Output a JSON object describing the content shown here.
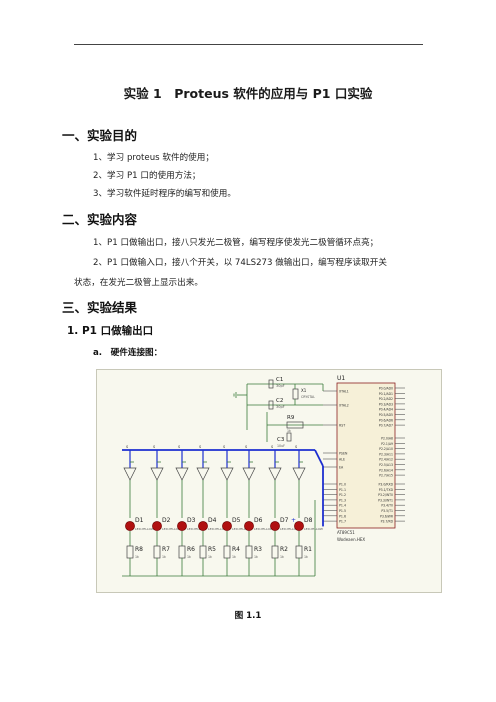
{
  "title": "实验 1　Proteus 软件的应用与 P1 口实验",
  "sections": {
    "purpose": {
      "heading": "一、实验目的",
      "items": [
        "1、学习 proteus 软件的使用；",
        "2、学习 P1 口的使用方法；",
        "3、学习软件延时程序的编写和使用。"
      ]
    },
    "content": {
      "heading": "二、实验内容",
      "item1": "1、P1 口做输出口，接八只发光二极管，编写程序使发光二极管循环点亮；",
      "item2_line1": "2、P1 口做输入口，接八个开关，以 74LS273 做输出口，编写程序读取开关",
      "item2_line2": "状态，在发光二极管上显示出来。"
    },
    "results": {
      "heading": "三、实验结果",
      "sub1": "1. P1 口做输出口",
      "sub1a": "a.　硬件连接图：",
      "caption": "图 1.1"
    }
  },
  "schematic": {
    "chip_ref": "U1",
    "chip_part": "AT89C51",
    "chip_file": "Wodeaen.HEX",
    "left_pins": [
      "XTAL1",
      "XTAL2",
      "RST",
      "PSEN",
      "ALE",
      "EA"
    ],
    "p1_pins": [
      "P1.0",
      "P1.1",
      "P1.2",
      "P1.3",
      "P1.4",
      "P1.5",
      "P1.6",
      "P1.7"
    ],
    "p0_pins": [
      "P0.0/AD0",
      "P0.1/AD1",
      "P0.2/AD2",
      "P0.3/AD3",
      "P0.4/AD4",
      "P0.5/AD5",
      "P0.6/AD6",
      "P0.7/AD7"
    ],
    "p2_pins": [
      "P2.0/A8",
      "P2.1/A9",
      "P2.2/A10",
      "P2.3/A11",
      "P2.4/A12",
      "P2.5/A13",
      "P2.6/A14",
      "P2.7/A15"
    ],
    "p3_pins": [
      "P3.0/RXD",
      "P3.1/TXD",
      "P3.2/INT0",
      "P3.3/INT1",
      "P3.4/T0",
      "P3.5/T1",
      "P3.6/WR",
      "P3.7/RD"
    ],
    "capacitors": [
      {
        "ref": "C1",
        "value": "30pF"
      },
      {
        "ref": "C2",
        "value": "30pF"
      },
      {
        "ref": "C3",
        "value": "10uF"
      }
    ],
    "crystal": {
      "ref": "X1",
      "value": "CRYSTAL"
    },
    "reset_resistor": {
      "ref": "R9",
      "value": "1k"
    },
    "leds": [
      "D1",
      "D2",
      "D3",
      "D4",
      "D5",
      "D6",
      "D7",
      "D8"
    ],
    "led_value": "LED-YELLOW",
    "resistors": [
      "R8",
      "R7",
      "R6",
      "R5",
      "R4",
      "R3",
      "R2",
      "R1"
    ],
    "resistor_value": "1k",
    "colors": {
      "bus": "#1d2fd0",
      "wire": "#3a7a3a",
      "led": "#b01010",
      "chip": "#f6f0d8",
      "outline": "#8b2020"
    }
  }
}
